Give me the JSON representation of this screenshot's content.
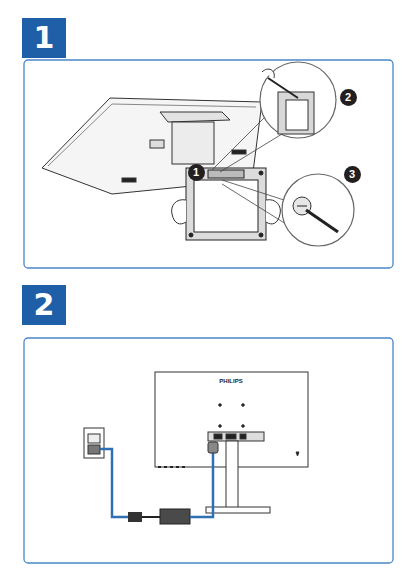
{
  "diagram": {
    "nodes": [
      {
        "text": [
          "1"
        ]
      },
      {
        "text": [
          "1"
        ]
      },
      {
        "text": [
          "2"
        ]
      },
      {
        "text": [
          "3"
        ]
      },
      {
        "text": [
          "2"
        ]
      }
    ],
    "labels": [
      "PHILIPS"
    ]
  }
}
